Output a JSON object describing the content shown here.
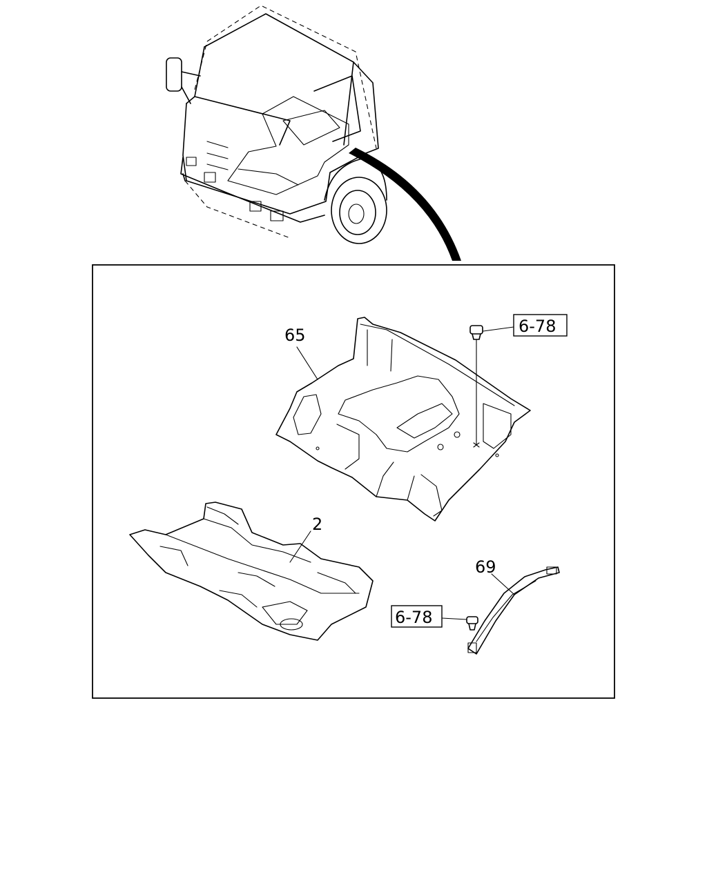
{
  "callouts": {
    "mat_upper": "65",
    "mat_lower": "2",
    "strip": "69",
    "ref_upper": "6-78",
    "ref_lower": "6-78"
  },
  "icons": [
    "truck-cab-overview",
    "floor-mat-upper",
    "floor-mat-lower",
    "retainer-strip",
    "clip-fastener"
  ],
  "colors": {
    "line": "#000000",
    "background": "#ffffff"
  }
}
